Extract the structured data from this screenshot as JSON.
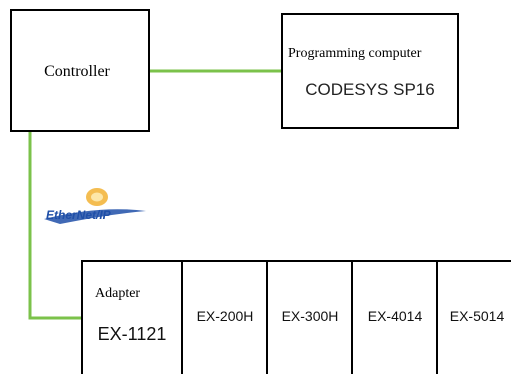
{
  "controller": {
    "label": "Controller"
  },
  "programming_computer": {
    "caption": "Programming computer",
    "software": "CODESYS SP16"
  },
  "network": {
    "logo_text": "EtherNet/IP"
  },
  "adapter": {
    "caption": "Adapter",
    "model": "EX-1121"
  },
  "modules": [
    "EX-200H",
    "EX-300H",
    "EX-4014",
    "EX-5014"
  ],
  "colors": {
    "link": "#7bc24a",
    "box_stroke": "#000000",
    "logo_text": "#1f4fa8",
    "logo_globe": "#f2b233"
  }
}
